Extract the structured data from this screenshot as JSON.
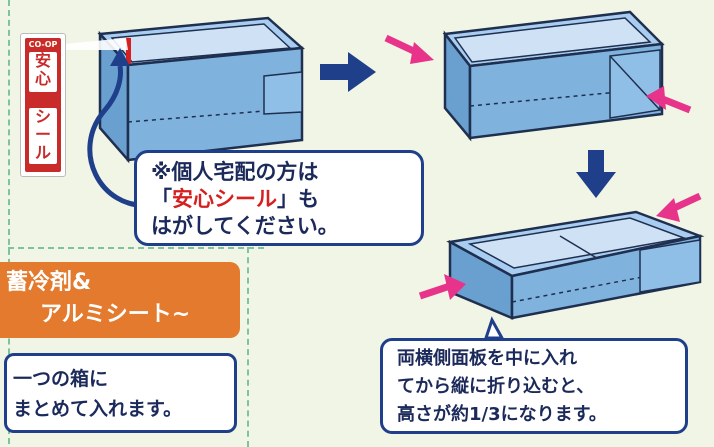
{
  "seal_label": {
    "brand": "CO-OP",
    "line1": "安心",
    "line2": "シール"
  },
  "callout": {
    "line1": "※個人宅配の方は",
    "line2_prefix": "「",
    "line2_highlight": "安心シール",
    "line2_suffix": "」も",
    "line3": "はがしてください。"
  },
  "section": {
    "line1": "蓄冷剤&",
    "line2": "アルミシート~"
  },
  "note": {
    "line1": "一つの箱に",
    "line2": "まとめて入れます。"
  },
  "instruction": {
    "line1": "両横側面板を中に入れ",
    "line2": "てから縦に折り込むと、",
    "line3": "高さが約1/3になります。"
  },
  "colors": {
    "box_fill": "#7fb3de",
    "box_top": "#a9cdf0",
    "outline": "#1f2f4f",
    "arrow_pink": "#e8338b",
    "arrow_navy": "#1f3f8a",
    "label_red": "#c92a2a",
    "tab_orange": "#e37a2d"
  }
}
